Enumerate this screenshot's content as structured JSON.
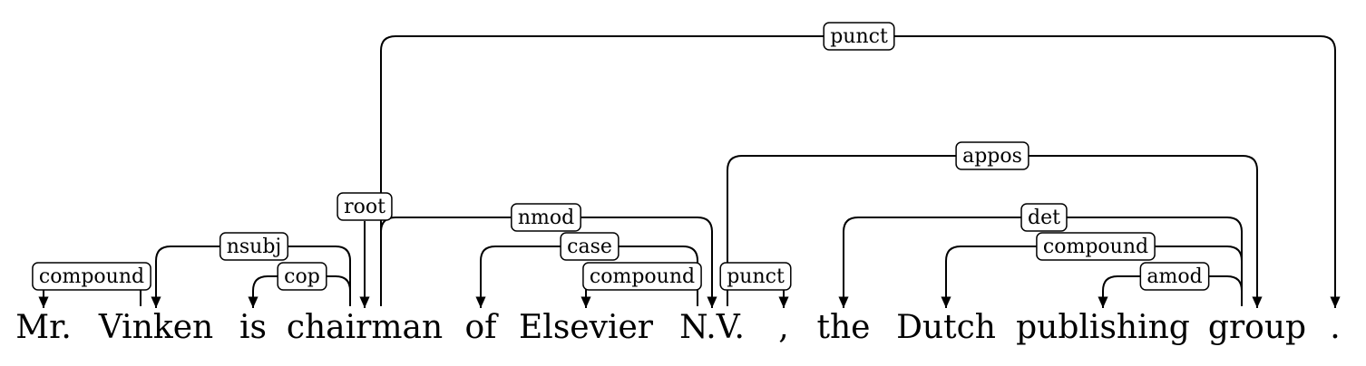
{
  "tokens": [
    "Mr.",
    "Vinken",
    "is",
    "chairman",
    "of",
    "Elsevier",
    "N.V.",
    ",",
    "the",
    "Dutch",
    "publishing",
    "group",
    "."
  ],
  "root": {
    "label": "root",
    "dependent": 3
  },
  "arcs": [
    {
      "label": "compound",
      "head": 1,
      "dependent": 0
    },
    {
      "label": "nsubj",
      "head": 3,
      "dependent": 1
    },
    {
      "label": "cop",
      "head": 3,
      "dependent": 2
    },
    {
      "label": "punct",
      "head": 3,
      "dependent": 12
    },
    {
      "label": "nmod",
      "head": 3,
      "dependent": 6
    },
    {
      "label": "case",
      "head": 6,
      "dependent": 4
    },
    {
      "label": "compound",
      "head": 6,
      "dependent": 5
    },
    {
      "label": "punct",
      "head": 6,
      "dependent": 7
    },
    {
      "label": "appos",
      "head": 6,
      "dependent": 11
    },
    {
      "label": "det",
      "head": 11,
      "dependent": 8
    },
    {
      "label": "compound",
      "head": 11,
      "dependent": 9
    },
    {
      "label": "amod",
      "head": 11,
      "dependent": 10
    }
  ]
}
